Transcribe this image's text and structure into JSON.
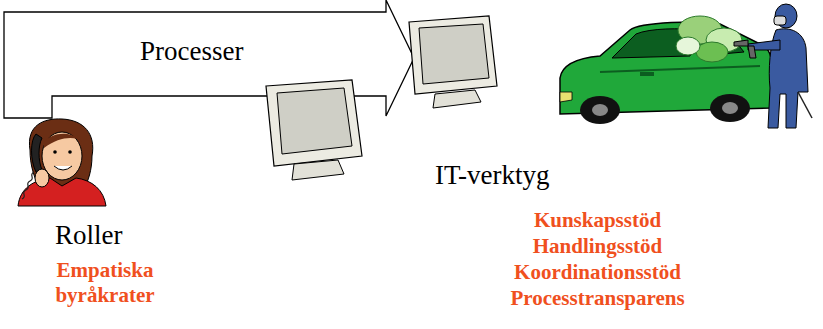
{
  "diagram": {
    "nodes": [
      {
        "text": [
          "Processer"
        ]
      }
    ],
    "labels": [
      "Roller",
      "Empatiska byråkrater",
      "IT-verktyg",
      "Kunskapsstöd",
      "Handlingsstöd",
      "Koordinationsstöd",
      "Processtransparens"
    ]
  }
}
